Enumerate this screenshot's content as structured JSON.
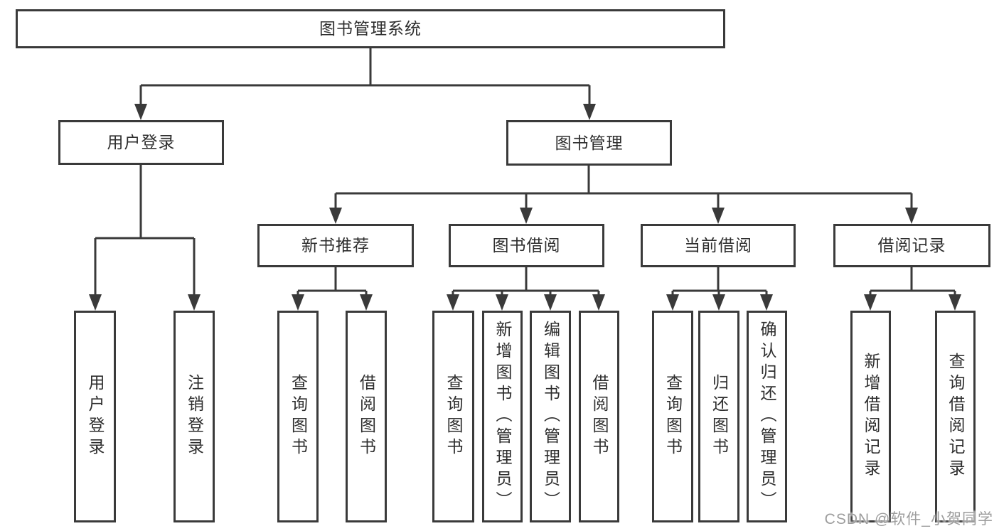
{
  "root": {
    "label": "图书管理系统"
  },
  "user_login": {
    "label": "用户登录",
    "children": [
      {
        "label": "用户登录"
      },
      {
        "label": "注销登录"
      }
    ]
  },
  "book_management": {
    "label": "图书管理",
    "sections": [
      {
        "label": "新书推荐",
        "children": [
          {
            "label": "查询图书"
          },
          {
            "label": "借阅图书"
          }
        ]
      },
      {
        "label": "图书借阅",
        "children": [
          {
            "label": "查询图书"
          },
          {
            "label": "新增图书（管理员）"
          },
          {
            "label": "编辑图书（管理员）"
          },
          {
            "label": "借阅图书"
          }
        ]
      },
      {
        "label": "当前借阅",
        "children": [
          {
            "label": "查询图书"
          },
          {
            "label": "归还图书"
          },
          {
            "label": "确认归还（管理员）"
          }
        ]
      },
      {
        "label": "借阅记录",
        "children": [
          {
            "label": "新增借阅记录"
          },
          {
            "label": "查询借阅记录"
          }
        ]
      }
    ]
  },
  "watermark": {
    "text": "CSDN @软件_小贺同学"
  },
  "colors": {
    "line": "#3a3a3a",
    "text": "#2e2e2e",
    "watermark": "#9d9d9d",
    "background": "#ffffff"
  }
}
